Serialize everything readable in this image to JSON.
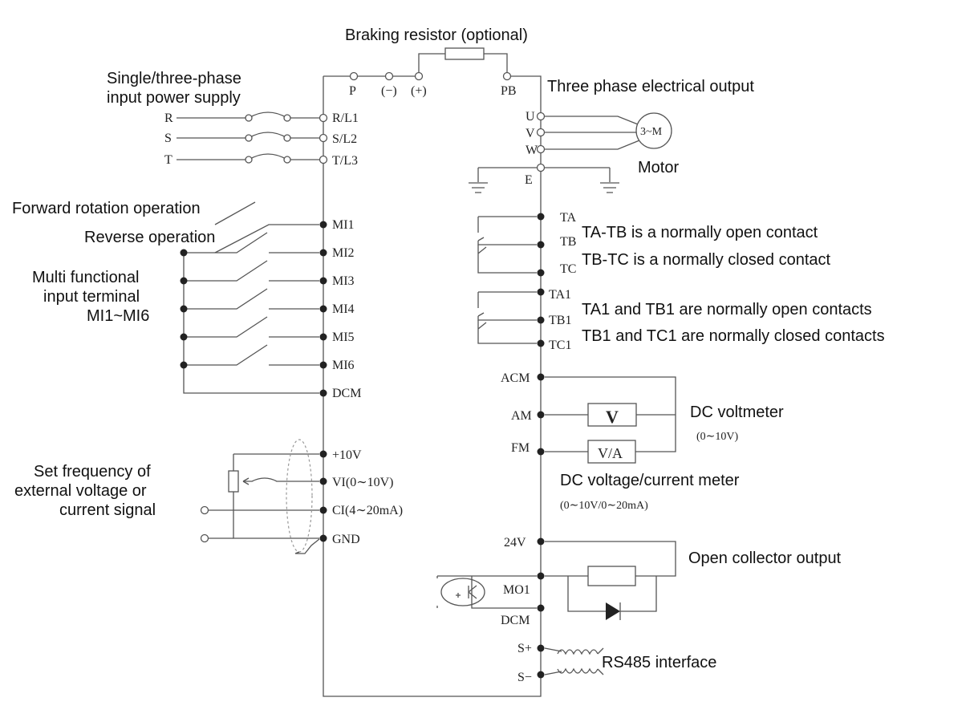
{
  "title_braking": "Braking resistor (optional)",
  "title_input": [
    "Single/three-phase",
    "input power supply"
  ],
  "title_output": "Three phase electrical output",
  "motor_label": "Motor",
  "motor_symbol": "3~M",
  "phases": [
    "R",
    "S",
    "T"
  ],
  "input_terminals": [
    "R/L1",
    "S/L2",
    "T/L3"
  ],
  "top_terminals": [
    "P",
    "(−)",
    "(+)",
    "PB"
  ],
  "output_terminals": [
    "U",
    "V",
    "W",
    "E"
  ],
  "forward_label": "Forward rotation operation",
  "reverse_label": "Reverse operation",
  "multi_label": [
    "Multi functional",
    "input terminal",
    "MI1~MI6"
  ],
  "mi_terminals": [
    "MI1",
    "MI2",
    "MI3",
    "MI4",
    "MI5",
    "MI6",
    "DCM"
  ],
  "analog_terminals": [
    "+10V",
    "VI(0∼10V)",
    "CI(4∼20mA)",
    "GND"
  ],
  "set_freq_label": [
    "Set frequency of",
    "external voltage or",
    "current signal"
  ],
  "relay1_terminals": [
    "TA",
    "TB",
    "TC"
  ],
  "relay1_notes": [
    "TA-TB is a normally open contact",
    "TB-TC is a normally closed contact"
  ],
  "relay2_terminals": [
    "TA1",
    "TB1",
    "TC1"
  ],
  "relay2_notes": [
    "TA1 and TB1 are normally open contacts",
    "TB1 and TC1 are normally closed contacts"
  ],
  "meter_terminals": [
    "ACM",
    "AM",
    "FM"
  ],
  "voltmeter_box": "V",
  "va_box": "V/A",
  "dc_voltmeter": "DC voltmeter",
  "dc_voltmeter_range": "(0∼10V)",
  "dc_va_meter": "DC voltage/current meter",
  "dc_va_range": "(0∼10V/0∼20mA)",
  "oc_terminals": [
    "24V",
    "MO1",
    "DCM"
  ],
  "open_collector": "Open collector output",
  "rs485_terminals": [
    "S+",
    "S−"
  ],
  "rs485_label": "RS485 interface"
}
